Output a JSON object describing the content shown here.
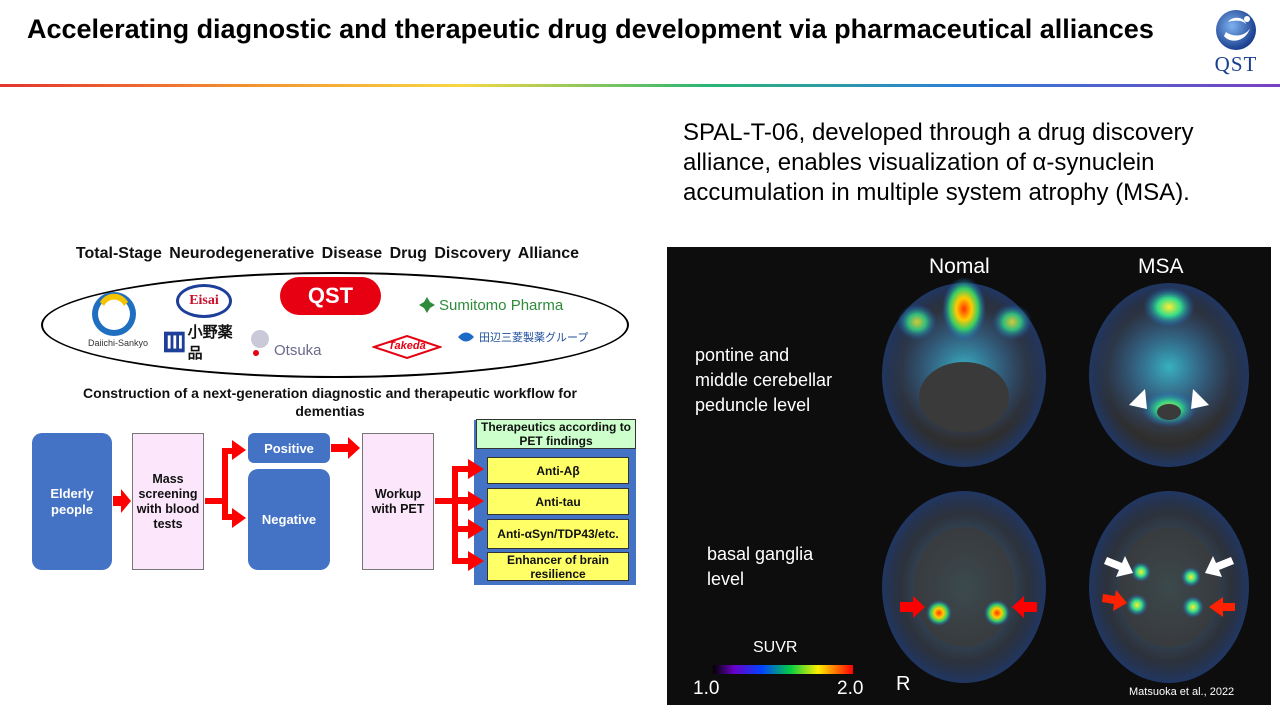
{
  "slide": {
    "title": "Accelerating diagnostic and therapeutic drug development via pharmaceutical alliances",
    "logo_text": "QST",
    "description": "SPAL-T-06, developed through a drug discovery alliance, enables visualization of α-synuclein accumulation in multiple system atrophy (MSA)."
  },
  "alliance": {
    "title": "Total-Stage Neurodegenerative Disease Drug Discovery Alliance",
    "companies": {
      "daiichi": "Daiichi-Sankyo",
      "eisai": "Eisai",
      "qst": "QST",
      "sumitomo": "Sumitomo Pharma",
      "ono": "小野薬品",
      "otsuka": "Otsuka",
      "takeda": "Takeda",
      "tanabe": "田辺三菱製薬グループ"
    }
  },
  "workflow": {
    "title": "Construction of a next-generation diagnostic and therapeutic workflow for dementias",
    "elderly": "Elderly people",
    "screening": "Mass screening with blood tests",
    "positive": "Positive",
    "negative": "Negative",
    "workup": "Workup with PET",
    "therapeutics_header": "Therapeutics according to PET findings",
    "therapeutics": [
      "Anti-Aβ",
      "Anti-tau",
      "Anti-αSyn/TDP43/etc.",
      "Enhancer of brain resilience"
    ]
  },
  "pet_image": {
    "col_normal": "Nomal",
    "col_msa": "MSA",
    "row1_label": "pontine and middle cerebellar peduncle level",
    "row2_label": "basal ganglia level",
    "scale_label": "SUVR",
    "scale_min": "1.0",
    "scale_max": "2.0",
    "orientation": "R",
    "citation": "Matsuoka et al., 2022"
  },
  "colors": {
    "accent_blue": "#4472c4",
    "arrow_red": "#ff0000",
    "therapy_yellow": "#ffff66"
  }
}
